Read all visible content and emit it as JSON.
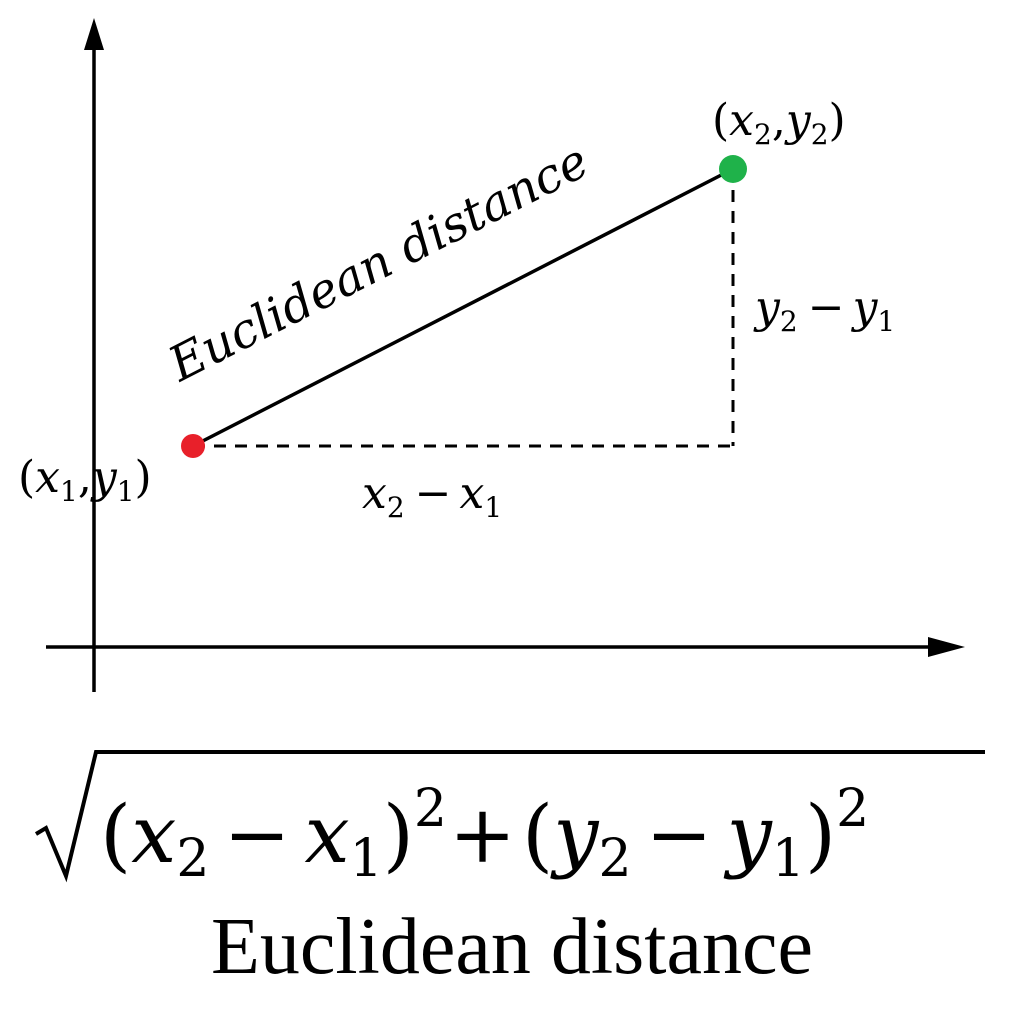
{
  "diagram": {
    "points": {
      "p1": {
        "label_var_x": "x",
        "label_sub_x": "1",
        "label_var_y": "y",
        "label_sub_y": "1",
        "color": "#e8202a"
      },
      "p2": {
        "label_var_x": "x",
        "label_sub_x": "2",
        "label_var_y": "y",
        "label_sub_y": "2",
        "color": "#1fb24a"
      }
    },
    "segment_label": "Euclidean distance",
    "dx_label": {
      "a": "x",
      "a_sub": "2",
      "op": "−",
      "b": "x",
      "b_sub": "1"
    },
    "dy_label": {
      "a": "y",
      "a_sub": "2",
      "op": "−",
      "b": "y",
      "b_sub": "1"
    }
  },
  "formula": {
    "lparen1": "(",
    "x2": "x",
    "x2_sub": "2",
    "minus1": "−",
    "x1": "x",
    "x1_sub": "1",
    "rparen1": ")",
    "sq1": "2",
    "plus": "+",
    "lparen2": "(",
    "y2": "y",
    "y2_sub": "2",
    "minus2": "−",
    "y1": "y",
    "y1_sub": "1",
    "rparen2": ")",
    "sq2": "2"
  },
  "caption": "Euclidean distance"
}
